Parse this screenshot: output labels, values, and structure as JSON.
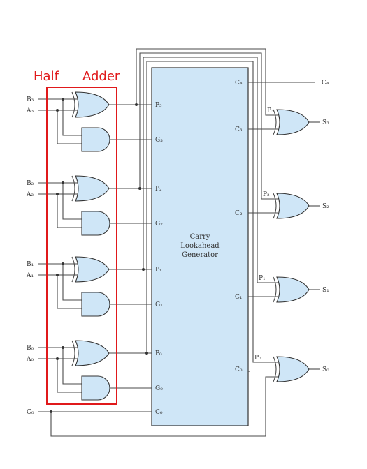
{
  "colors": {
    "box_fill": "#cfe6f7",
    "annotation": "#e0191b",
    "wire": "#4a4a4a"
  },
  "annotation": {
    "text_left": "Half",
    "text_right": "Adder"
  },
  "cla": {
    "title_line1": "Carry",
    "title_line2": "Lookahead",
    "title_line3": "Generator"
  },
  "inputs": {
    "b3": "B₃",
    "a3": "A₃",
    "b2": "B₂",
    "a2": "A₂",
    "b1": "B₁",
    "a1": "A₁",
    "b0": "B₀",
    "a0": "A₀",
    "c0": "C₀"
  },
  "ports": {
    "p3": "P₃",
    "g3": "G₃",
    "p2": "P₂",
    "g2": "G₂",
    "p1": "P₁",
    "g1": "G₁",
    "p0": "P₀",
    "g0": "G₀",
    "c0": "C₀",
    "c4": "C₄",
    "c3": "C₃",
    "c2": "C₂",
    "c1": "C₁",
    "c0_out": "C₀"
  },
  "outputs": {
    "c4": "C₄",
    "s3": "S₃",
    "s2": "S₂",
    "s1": "S₁",
    "s0": "S₀",
    "p3": "P₃",
    "p2": "P₂",
    "p1": "P₁",
    "p0": "P₀"
  }
}
